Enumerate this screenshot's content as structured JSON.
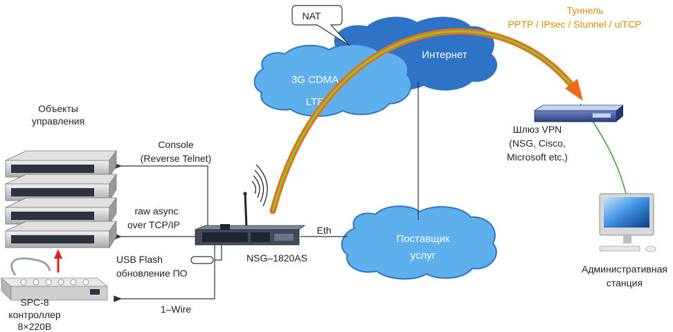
{
  "labels": {
    "objects_line1": "Объекты",
    "objects_line2": "управления",
    "console_line1": "Console",
    "console_line2": "(Reverse Telnet)",
    "raw_line1": "raw async",
    "raw_line2": "over TCP/IP",
    "usb_line1": "USB Flash",
    "usb_line2": "обновление ПО",
    "spc_line1": "SPC-8",
    "spc_line2": "контроллер",
    "spc_line3": "8×220В",
    "onewire": "1–Wire",
    "device": "NSG–1820AS",
    "eth": "Eth",
    "nat": "NAT",
    "cloud_3g_line1": "3G  CDMA",
    "cloud_3g_line2": "LTE",
    "cloud_internet": "Интернет",
    "cloud_provider_line1": "Поставщик",
    "cloud_provider_line2": "услуг",
    "tunnel_line1": "Туннель",
    "tunnel_line2": "PPTP / IPsec / Stunnel / uiTCP",
    "gateway_line1": "Шлюз VPN",
    "gateway_line2": "(NSG, Cisco,",
    "gateway_line3": "Microsoft etc.)",
    "admin_line1": "Административная",
    "admin_line2": "станция"
  },
  "colors": {
    "cloud": "#5eb0ec",
    "cloud_dark": "#2f73c6",
    "tunnel_orange": "#f06a1e",
    "tunnel_green": "#7ccd2e",
    "tunnel_text": "#d98a00",
    "red_arrow": "#e02020",
    "link_line": "#333333",
    "green_link": "#2aa52a"
  },
  "icons": {
    "servers": "rack-server-stack-icon",
    "power_strip": "power-strip-icon",
    "router": "nsg-router-icon",
    "wireless": "wireless-waves-icon",
    "gateway": "vpn-gateway-appliance-icon",
    "monitor": "admin-workstation-icon"
  }
}
